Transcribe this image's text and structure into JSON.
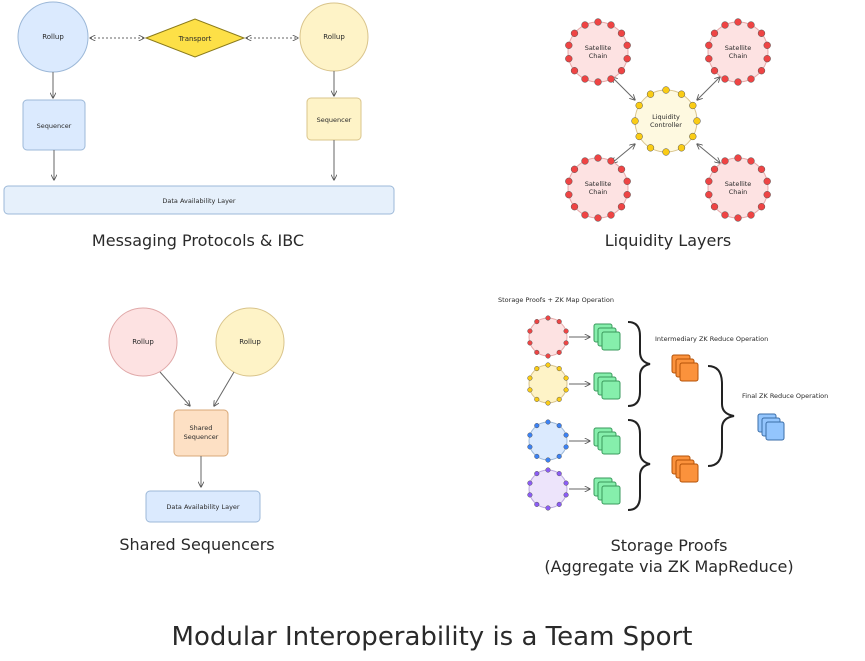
{
  "messaging": {
    "rollup_left": "Rollup",
    "rollup_right": "Rollup",
    "transport": "Transport",
    "sequencer_left": "Sequencer",
    "sequencer_right": "Sequencer",
    "da_layer": "Data Availability Layer",
    "caption": "Messaging Protocols & IBC"
  },
  "liquidity": {
    "satellite_chain_line1": "Satellite",
    "satellite_chain_line2": "Chain",
    "controller_line1": "Liquidity",
    "controller_line2": "Controller",
    "caption": "Liquidity Layers"
  },
  "shared": {
    "rollup_left": "Rollup",
    "rollup_right": "Rollup",
    "shared_sequencer_line1": "Shared",
    "shared_sequencer_line2": "Sequencer",
    "da_layer": "Data Availability Layer",
    "caption": "Shared Sequencers"
  },
  "storage": {
    "map_label": "Storage Proofs + ZK Map Operation",
    "reduce_label": "Intermediary ZK Reduce Operation",
    "final_label": "Final ZK Reduce Operation",
    "caption_line1": "Storage Proofs",
    "caption_line2": "(Aggregate via ZK MapReduce)"
  },
  "footer": "Modular Interoperability is a Team Sport",
  "colors": {
    "blue_fill": "#dbeafe",
    "yellow_fill": "#fef3c7",
    "pink_fill": "#fde2e2",
    "peach_fill": "#fde0c4",
    "diamond": "#fde047",
    "green": "#86efac",
    "orange": "#fb923c",
    "light_blue": "#93c5fd",
    "red_dot": "#ef4444"
  }
}
